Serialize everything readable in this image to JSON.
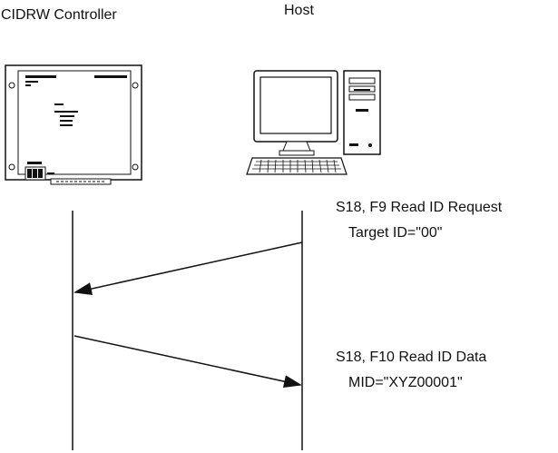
{
  "participants": {
    "controller": {
      "label": "CIDRW Controller"
    },
    "host": {
      "label": "Host"
    }
  },
  "messages": [
    {
      "direction": "host-to-controller",
      "line1": "S18, F9 Read ID Request",
      "line2": "Target ID=\"00\""
    },
    {
      "direction": "controller-to-host",
      "line1": "S18, F10 Read ID Data",
      "line2": "MID=\"XYZ00001\""
    }
  ]
}
